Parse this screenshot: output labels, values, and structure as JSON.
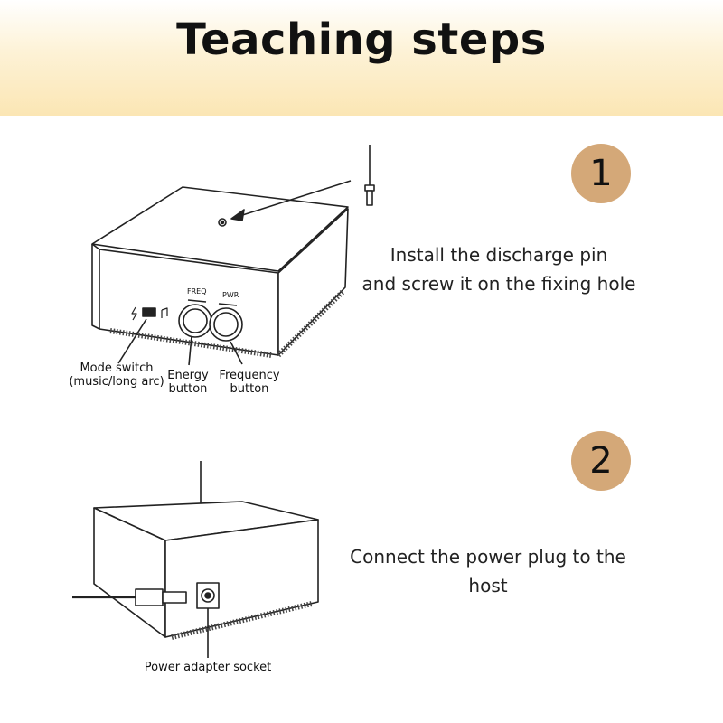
{
  "header": {
    "title": "Teaching steps"
  },
  "steps": [
    {
      "number": "1",
      "instruction_line1": "Install the discharge pin",
      "instruction_line2": "and screw it on the fixing hole",
      "labels": {
        "freq": "FREQ",
        "pwr": "PWR",
        "mode_switch_line1": "Mode switch",
        "mode_switch_line2": "(music/long arc)",
        "energy_line1": "Energy",
        "energy_line2": "button",
        "frequency_line1": "Frequency",
        "frequency_line2": "button"
      }
    },
    {
      "number": "2",
      "instruction": "Connect the power plug to the host",
      "labels": {
        "socket": "Power adapter socket"
      }
    }
  ]
}
